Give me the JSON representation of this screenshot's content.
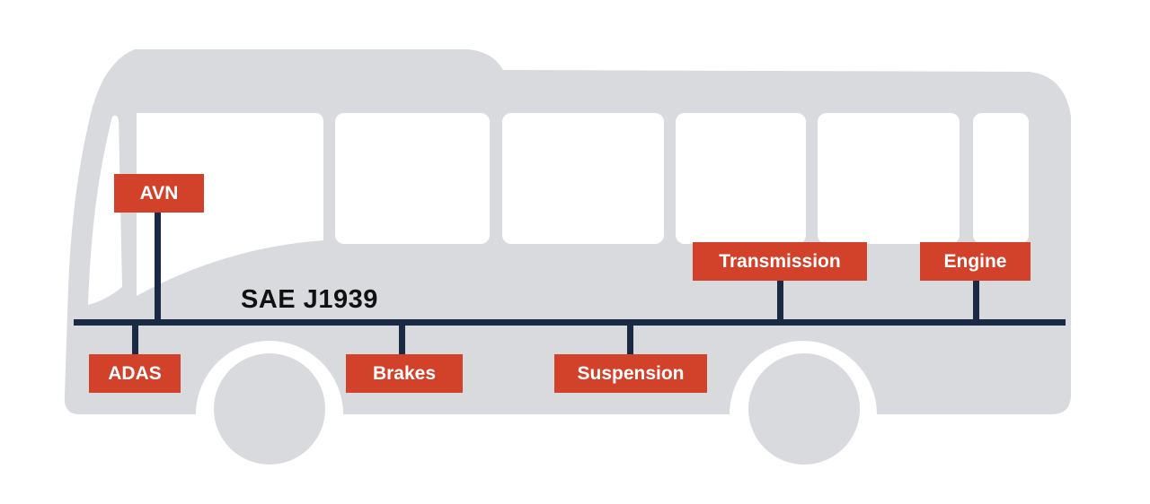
{
  "diagram": {
    "bus_label": "SAE J1939",
    "nodes": [
      {
        "id": "avn",
        "label": "AVN"
      },
      {
        "id": "transmission",
        "label": "Transmission"
      },
      {
        "id": "engine",
        "label": "Engine"
      },
      {
        "id": "adas",
        "label": "ADAS"
      },
      {
        "id": "brakes",
        "label": "Brakes"
      },
      {
        "id": "suspension",
        "label": "Suspension"
      }
    ],
    "colors": {
      "node_fill": "#d2412a",
      "node_text": "#ffffff",
      "bus_line": "#1b2a44",
      "vehicle_silhouette": "#d9dadd",
      "window": "#ffffff"
    }
  }
}
